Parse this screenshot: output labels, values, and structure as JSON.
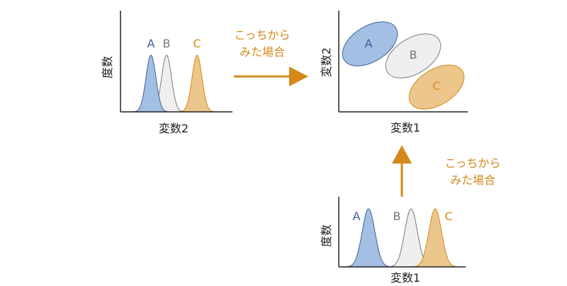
{
  "colors": {
    "a_fill": "#a3bfe3",
    "a_stroke": "#3d5f9c",
    "b_fill": "#efefef",
    "b_stroke": "#7a7a7a",
    "c_fill": "#ecc68a",
    "c_stroke": "#d4891a",
    "arrow": "#d4891a",
    "axis": "#222222"
  },
  "top_left_chart": {
    "ylabel": "度数",
    "xlabel": "変数2",
    "labels": [
      "A",
      "B",
      "C"
    ]
  },
  "scatter_chart": {
    "ylabel": "変数2",
    "xlabel": "変数1",
    "labels": [
      "A",
      "B",
      "C"
    ]
  },
  "bottom_chart": {
    "ylabel": "度数",
    "xlabel": "変数1",
    "labels": [
      "A",
      "B",
      "C"
    ]
  },
  "right_arrow_caption": [
    "こっちから",
    "みた場合"
  ],
  "up_arrow_caption": [
    "こっちから",
    "みた場合"
  ]
}
